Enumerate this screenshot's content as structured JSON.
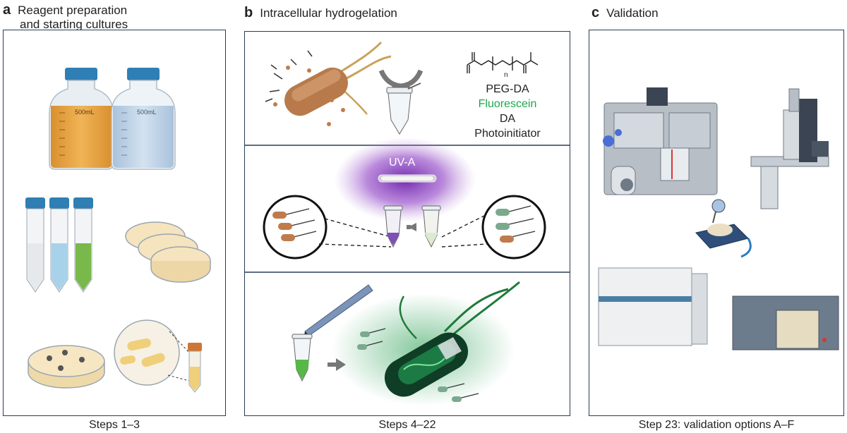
{
  "panel_a": {
    "letter": "a",
    "title_line1": "Reagent preparation",
    "title_line2": "and starting cultures",
    "caption": "Steps 1–3",
    "bottle_label_1": "500mL",
    "bottle_label_2": "500mL"
  },
  "panel_b": {
    "letter": "b",
    "title": "Intracellular hydrogelation",
    "caption": "Steps 4–22",
    "chem_formula_n": "n",
    "reagents": [
      "PEG-DA",
      "Fluorescein",
      "DA",
      "Photoinitiator"
    ],
    "uv_label": "UV-A"
  },
  "panel_c": {
    "letter": "c",
    "title": "Validation",
    "caption": "Step 23: validation options A–F"
  },
  "colors": {
    "frame": "#2b3b57",
    "fluorescein": "#1aa84b",
    "uv_glow": "#7b2fb5",
    "bottle_cap": "#2f7fb5"
  }
}
